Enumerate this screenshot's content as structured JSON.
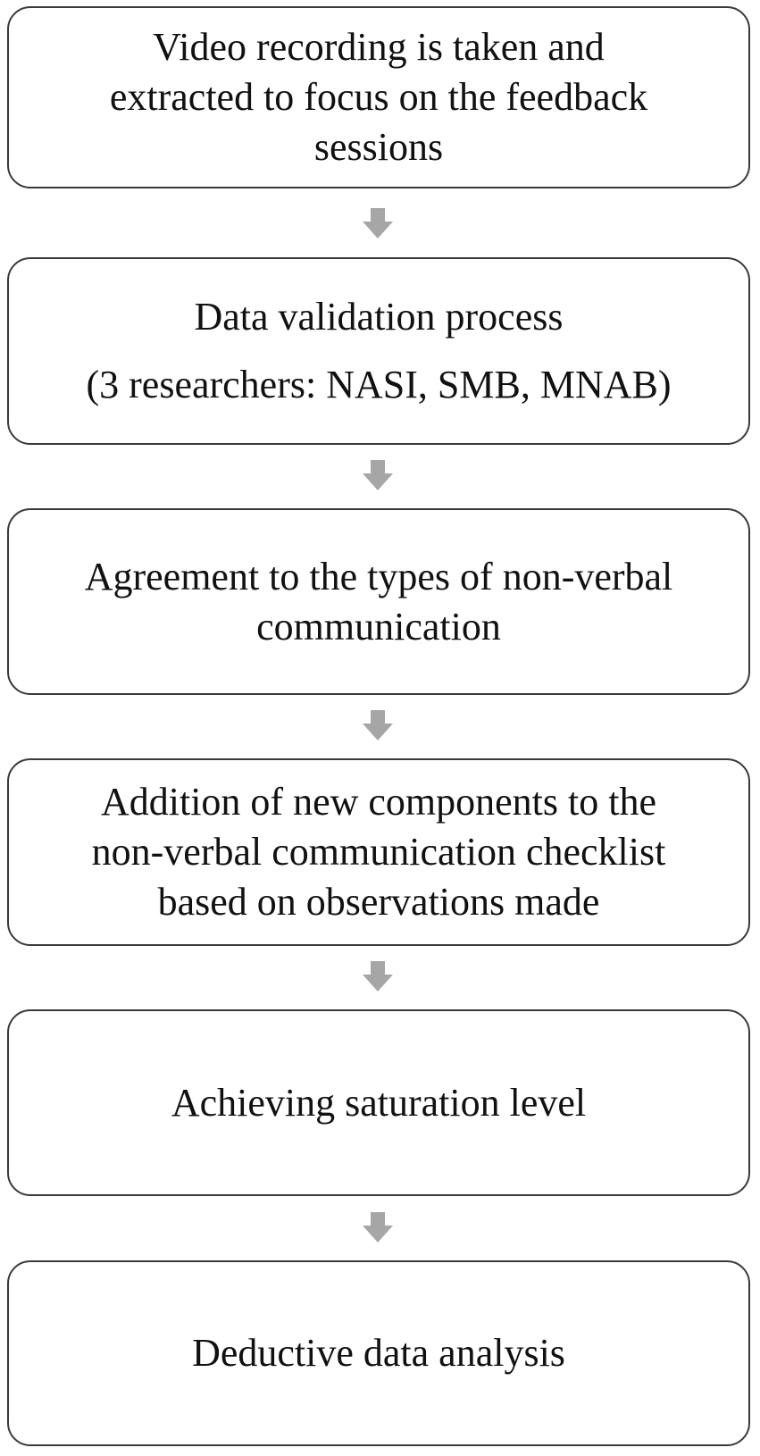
{
  "steps": [
    {
      "lines": [
        "Video recording is taken and",
        "extracted to focus on the feedback",
        "sessions"
      ]
    },
    {
      "lines": [
        "Data validation process",
        "(3 researchers: NASI,  SMB, MNAB)"
      ]
    },
    {
      "lines": [
        "Agreement  to the types of non-verbal",
        "communication"
      ]
    },
    {
      "lines": [
        "Addition of new components  to the",
        "non-verbal communication  checklist",
        "based on observations made"
      ]
    },
    {
      "lines": [
        "Achieving saturation level"
      ]
    },
    {
      "lines": [
        "Deductive data analysis"
      ]
    }
  ],
  "colors": {
    "box_border": "#3a3a3a",
    "arrow": "#a6a6a6",
    "text": "#111111"
  }
}
